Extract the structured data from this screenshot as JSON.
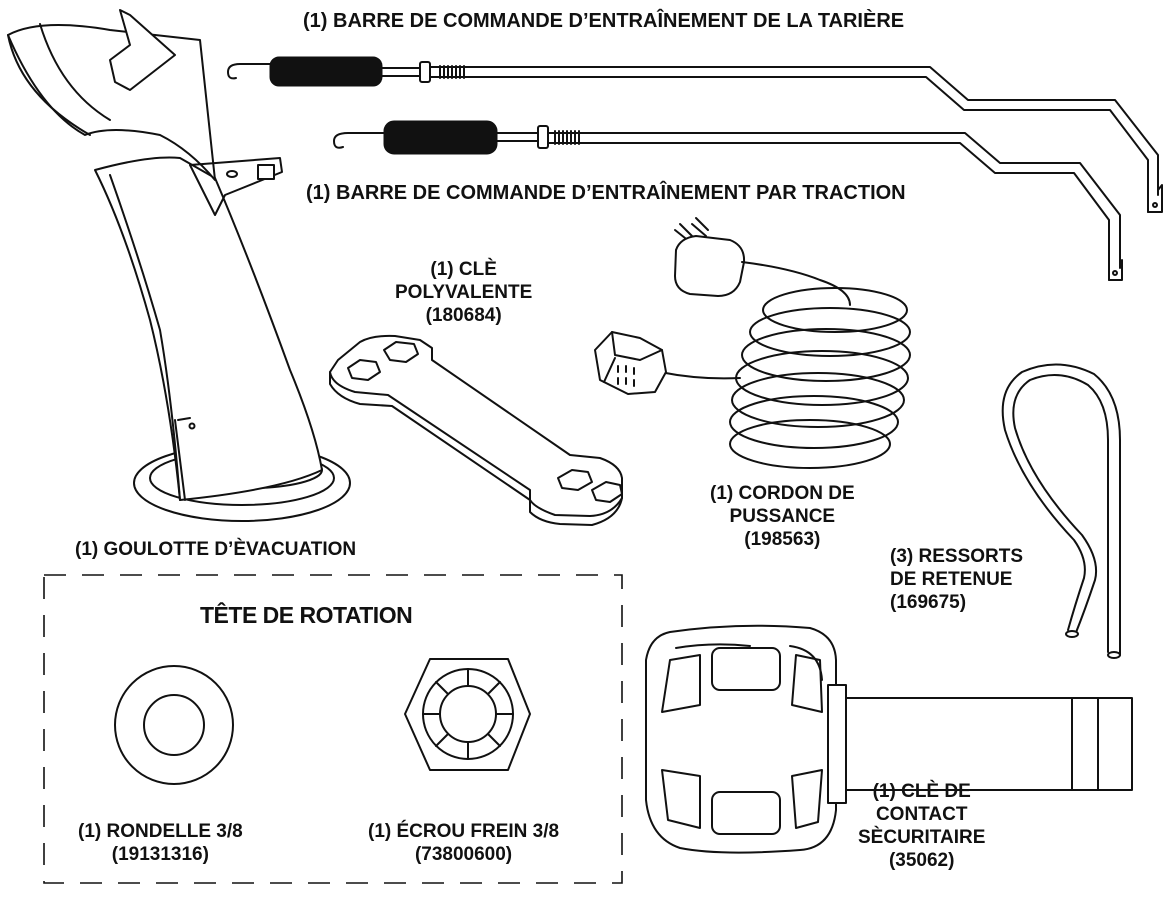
{
  "labels": {
    "auger_rod": "(1) BARRE DE COMMANDE D’ENTRAÎNEMENT DE LA TARIÈRE",
    "traction_rod": "(1) BARRE DE COMMANDE D’ENTRAÎNEMENT PAR TRACTION",
    "wrench": [
      "(1) CLÈ",
      "POLYVALENTE",
      "(180684)"
    ],
    "cord": [
      "(1) CORDON DE",
      "PUSSANCE",
      "(198563)"
    ],
    "chute": "(1) GOULOTTE D’ÈVACUATION",
    "springs": [
      "(3) RESSORTS",
      "DE RETENUE",
      "(169675)"
    ],
    "rotation_head": "TÊTE DE ROTATION",
    "washer": [
      "(1) RONDELLE 3/8",
      "(19131316)"
    ],
    "nut": [
      "(1) ÉCROU FREIN 3/8",
      "(73800600)"
    ],
    "key": [
      "(1) CLÈ DE",
      "CONTACT",
      "SÈCURITAIRE",
      "(35062)"
    ]
  }
}
